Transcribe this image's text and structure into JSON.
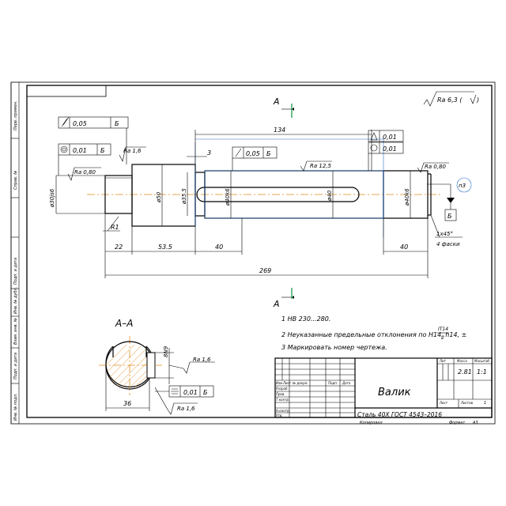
{
  "drawing": {
    "roughness_general": "Ra 6,3 (",
    "roughness_general_close": ")",
    "section_letter": "А",
    "section_title": "А–А",
    "base_letter": "Б",
    "tolerances": [
      {
        "value": "0,05",
        "base": "Б"
      },
      {
        "value": "0,01",
        "base": "Б"
      },
      {
        "value": "0,05",
        "base": "Б"
      },
      {
        "value": "0,01",
        "base": ""
      },
      {
        "value": "0,01",
        "base": ""
      },
      {
        "value": "0,01",
        "base": "Б"
      }
    ],
    "roughness": [
      "Ra 1,6",
      "Ra 0,80",
      "Ra 12,5",
      "Ra 0,80",
      "Ra 1,6",
      "Ra 1,6"
    ],
    "diameters": [
      "ø30js6",
      "ø50",
      "ø35.5",
      "ø40k6",
      "ø40",
      "ø40k6"
    ],
    "dims": {
      "overall": "269",
      "groove_len": "134",
      "d22": "22",
      "d53": "53.5",
      "d40a": "40",
      "d40b": "40",
      "d3": "3",
      "r1": "R1",
      "chamfer": "1х45°",
      "chamfer_note": "4 фаски",
      "center": "п3",
      "key_width": "8N9",
      "key_depth": "36"
    },
    "notes": [
      "1  НВ 230...280.",
      "2  Неуказанные предельные отклонения по Н14, h14, ±",
      "3  Маркировать номер чертежа."
    ],
    "note_fraction_num": "IT14",
    "note_fraction_den": "2"
  },
  "title_block": {
    "name": "Валик",
    "material": "Сталь 40Х ГОСТ 4543–2016",
    "mass": "2.81",
    "scale": "1:1",
    "lit_label": "Лит",
    "mass_label": "Масса",
    "scale_label": "Масштаб",
    "sheet_label": "Лист",
    "sheets_label": "Листов",
    "sheets_count": "1",
    "change_cols": [
      "Изм",
      "Лист",
      "№ докум.",
      "Подп.",
      "Дата"
    ],
    "rows": [
      "Разраб.",
      "Пров.",
      "Т.контр.",
      "",
      "Н.контр.",
      "Утв."
    ],
    "copied": "Копировал",
    "format": "Формат",
    "format_value": "А3"
  },
  "side_stamps": [
    "Перв. примен.",
    "Справ. №",
    "Подп. и дата",
    "Инв. № дубл.",
    "Взам. инв. №",
    "Подп. и дата",
    "Инв. № подл."
  ]
}
